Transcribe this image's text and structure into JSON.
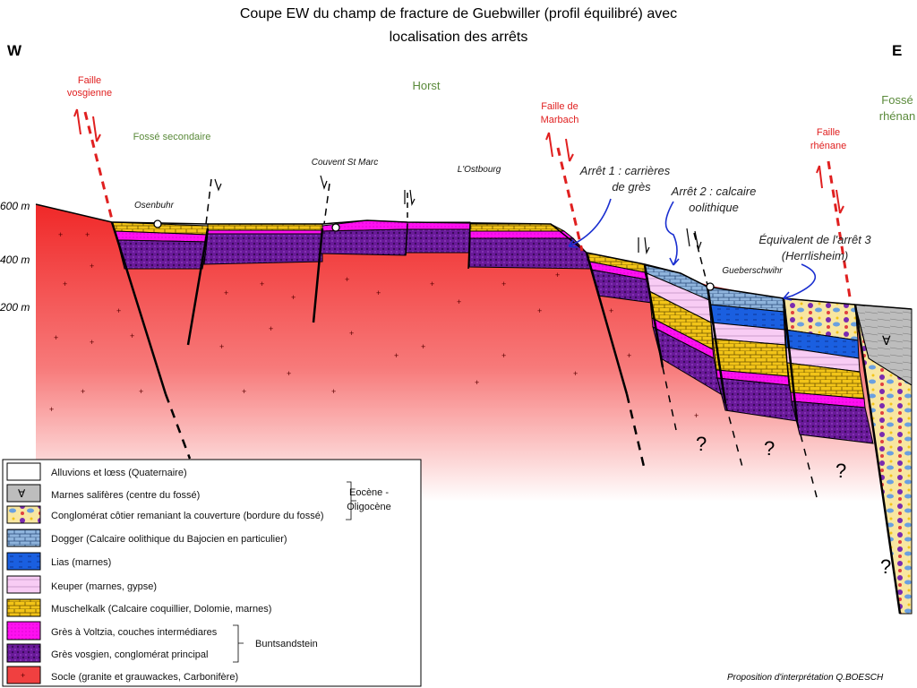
{
  "title": [
    "Coupe EW du champ de fracture de Guebwiller (profil équilibré) avec",
    "localisation des arrêts"
  ],
  "directions": {
    "west": "W",
    "east": "E"
  },
  "altitudes": [
    "600 m",
    "400 m",
    "200 m"
  ],
  "labels": {
    "faille_vosgienne": [
      "Faille",
      "vosgienne"
    ],
    "horst": "Horst",
    "fosse_secondaire": "Fossé secondaire",
    "faille_marbach": [
      "Faille de",
      "Marbach"
    ],
    "fosse_rhenan": [
      "Fossé",
      "rhénan"
    ],
    "faille_rhenane": [
      "Faille",
      "rhénane"
    ],
    "osenbuhr": "Osenbuhr",
    "couvent": "Couvent St Marc",
    "ostbourg": "L'Ostbourg",
    "gueberschwihr": "Gueberschwihr",
    "arret1": [
      "Arrêt 1 : carrières",
      "de grès"
    ],
    "arret2": [
      "Arrêt 2 : calcaire",
      "oolithique"
    ],
    "arret3": [
      "Équivalent de l'arrêt 3",
      "(Herrlisheim)"
    ],
    "unknown": "?",
    "credit": "Proposition d'interprétation Q.BOESCH"
  },
  "colors": {
    "fault": "#e02020",
    "green_label": "#5a8a3a",
    "arrow": "#1a2fd0",
    "socle": "#f03c3c",
    "purple": "#6a1a9a",
    "magenta": "#ff00ff",
    "yellow": "#f2c418",
    "pink": "#f8ccf4",
    "lias": "#1a5fe0",
    "dogger": "#8fb4dc",
    "marnes": "#bdbdbd"
  },
  "legend": {
    "items": [
      "Alluvions et lœss (Quaternaire)",
      "Marnes salifères (centre du fossé)",
      "Conglomérat côtier remaniant la couverture (bordure du fossé)",
      "Dogger (Calcaire oolithique du Bajocien en particulier)",
      "Lias (marnes)",
      "Keuper (marnes, gypse)",
      "Muschelkalk (Calcaire coquillier, Dolomie, marnes)",
      "Grès à Voltzia, couches intermédiares",
      "Grès vosgien, conglomérat principal",
      "Socle (granite et grauwackes, Carbonifère)"
    ],
    "group_eo": [
      "Eocène -",
      "Oligocène"
    ],
    "group_bunt": "Buntsandstein"
  }
}
